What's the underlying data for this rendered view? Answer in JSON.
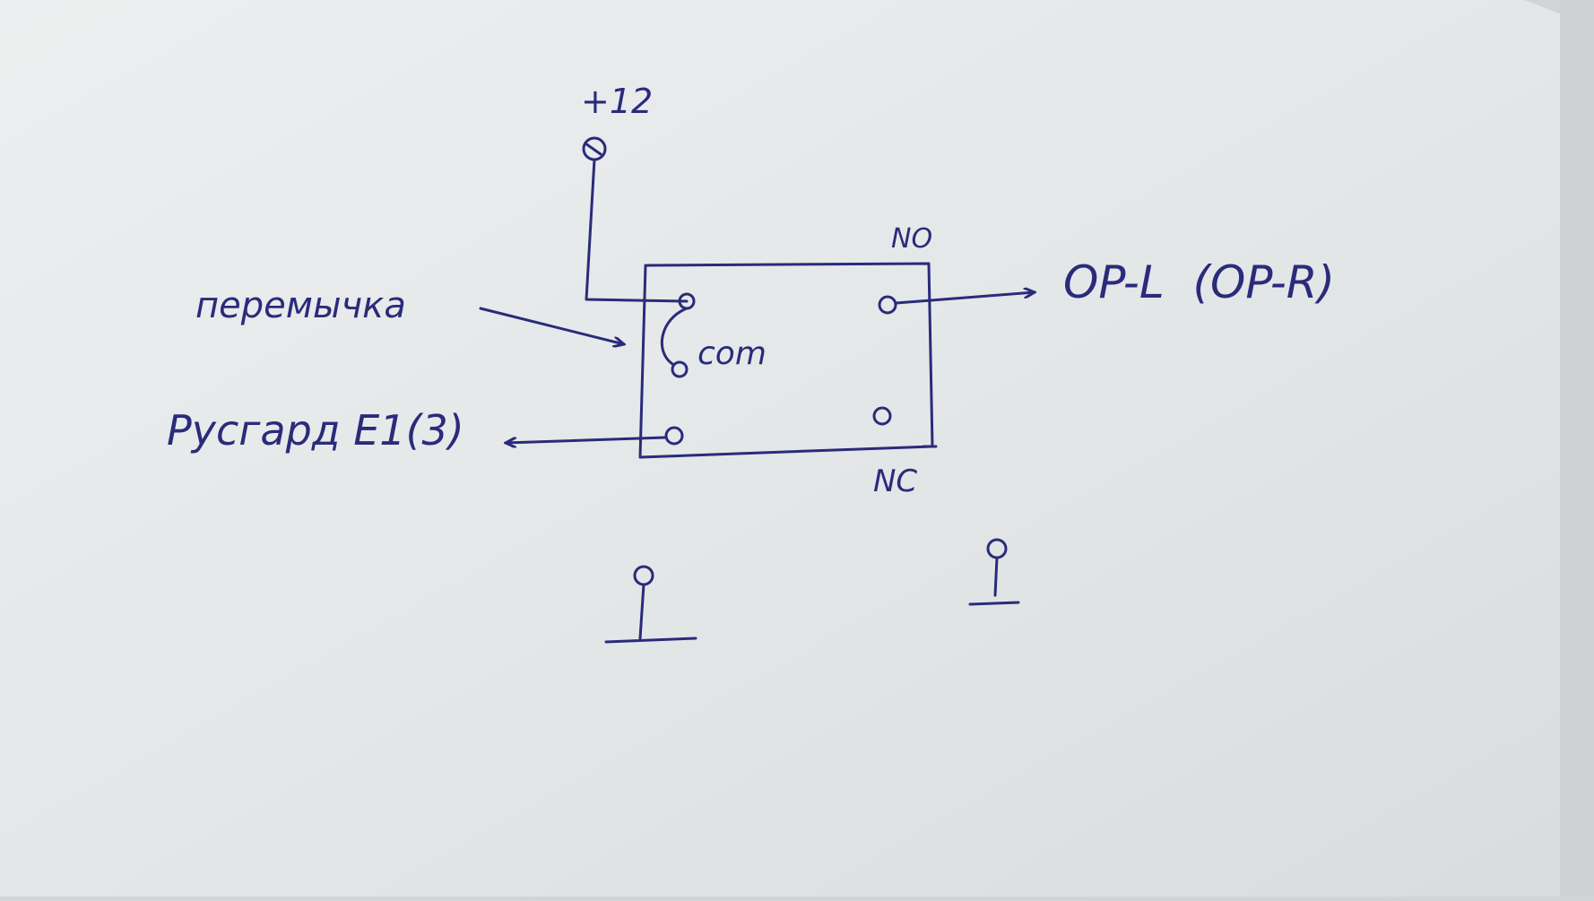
{
  "diagram": {
    "labels": {
      "supply": "+12",
      "no": "NO",
      "nc": "NC",
      "com": "com",
      "jumper": "перемычка",
      "output_no": "OP-L  (OP-R)",
      "output_nc": "Русгард E1(3)"
    },
    "colors": {
      "ink": "#2a2b7a",
      "paper": "#e8eaeb",
      "desk": "#d2d5d6"
    }
  }
}
